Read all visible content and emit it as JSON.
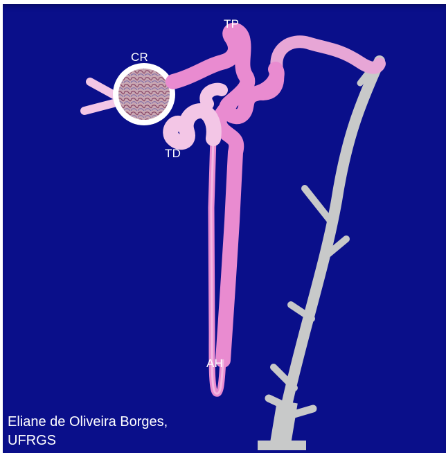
{
  "labels": {
    "cr": "CR",
    "tp": "TP",
    "td": "TD",
    "ah": "AH"
  },
  "credit": {
    "line1": "Eliane de Oliveira Borges,",
    "line2": "UFRGS"
  },
  "colors": {
    "background": "#0a0f8a",
    "tubule": "#e98bd0",
    "tubule_light": "#f3c6e6",
    "collecting_duct": "#c8c9c9",
    "glomerulus_rim": "#ffffff"
  }
}
